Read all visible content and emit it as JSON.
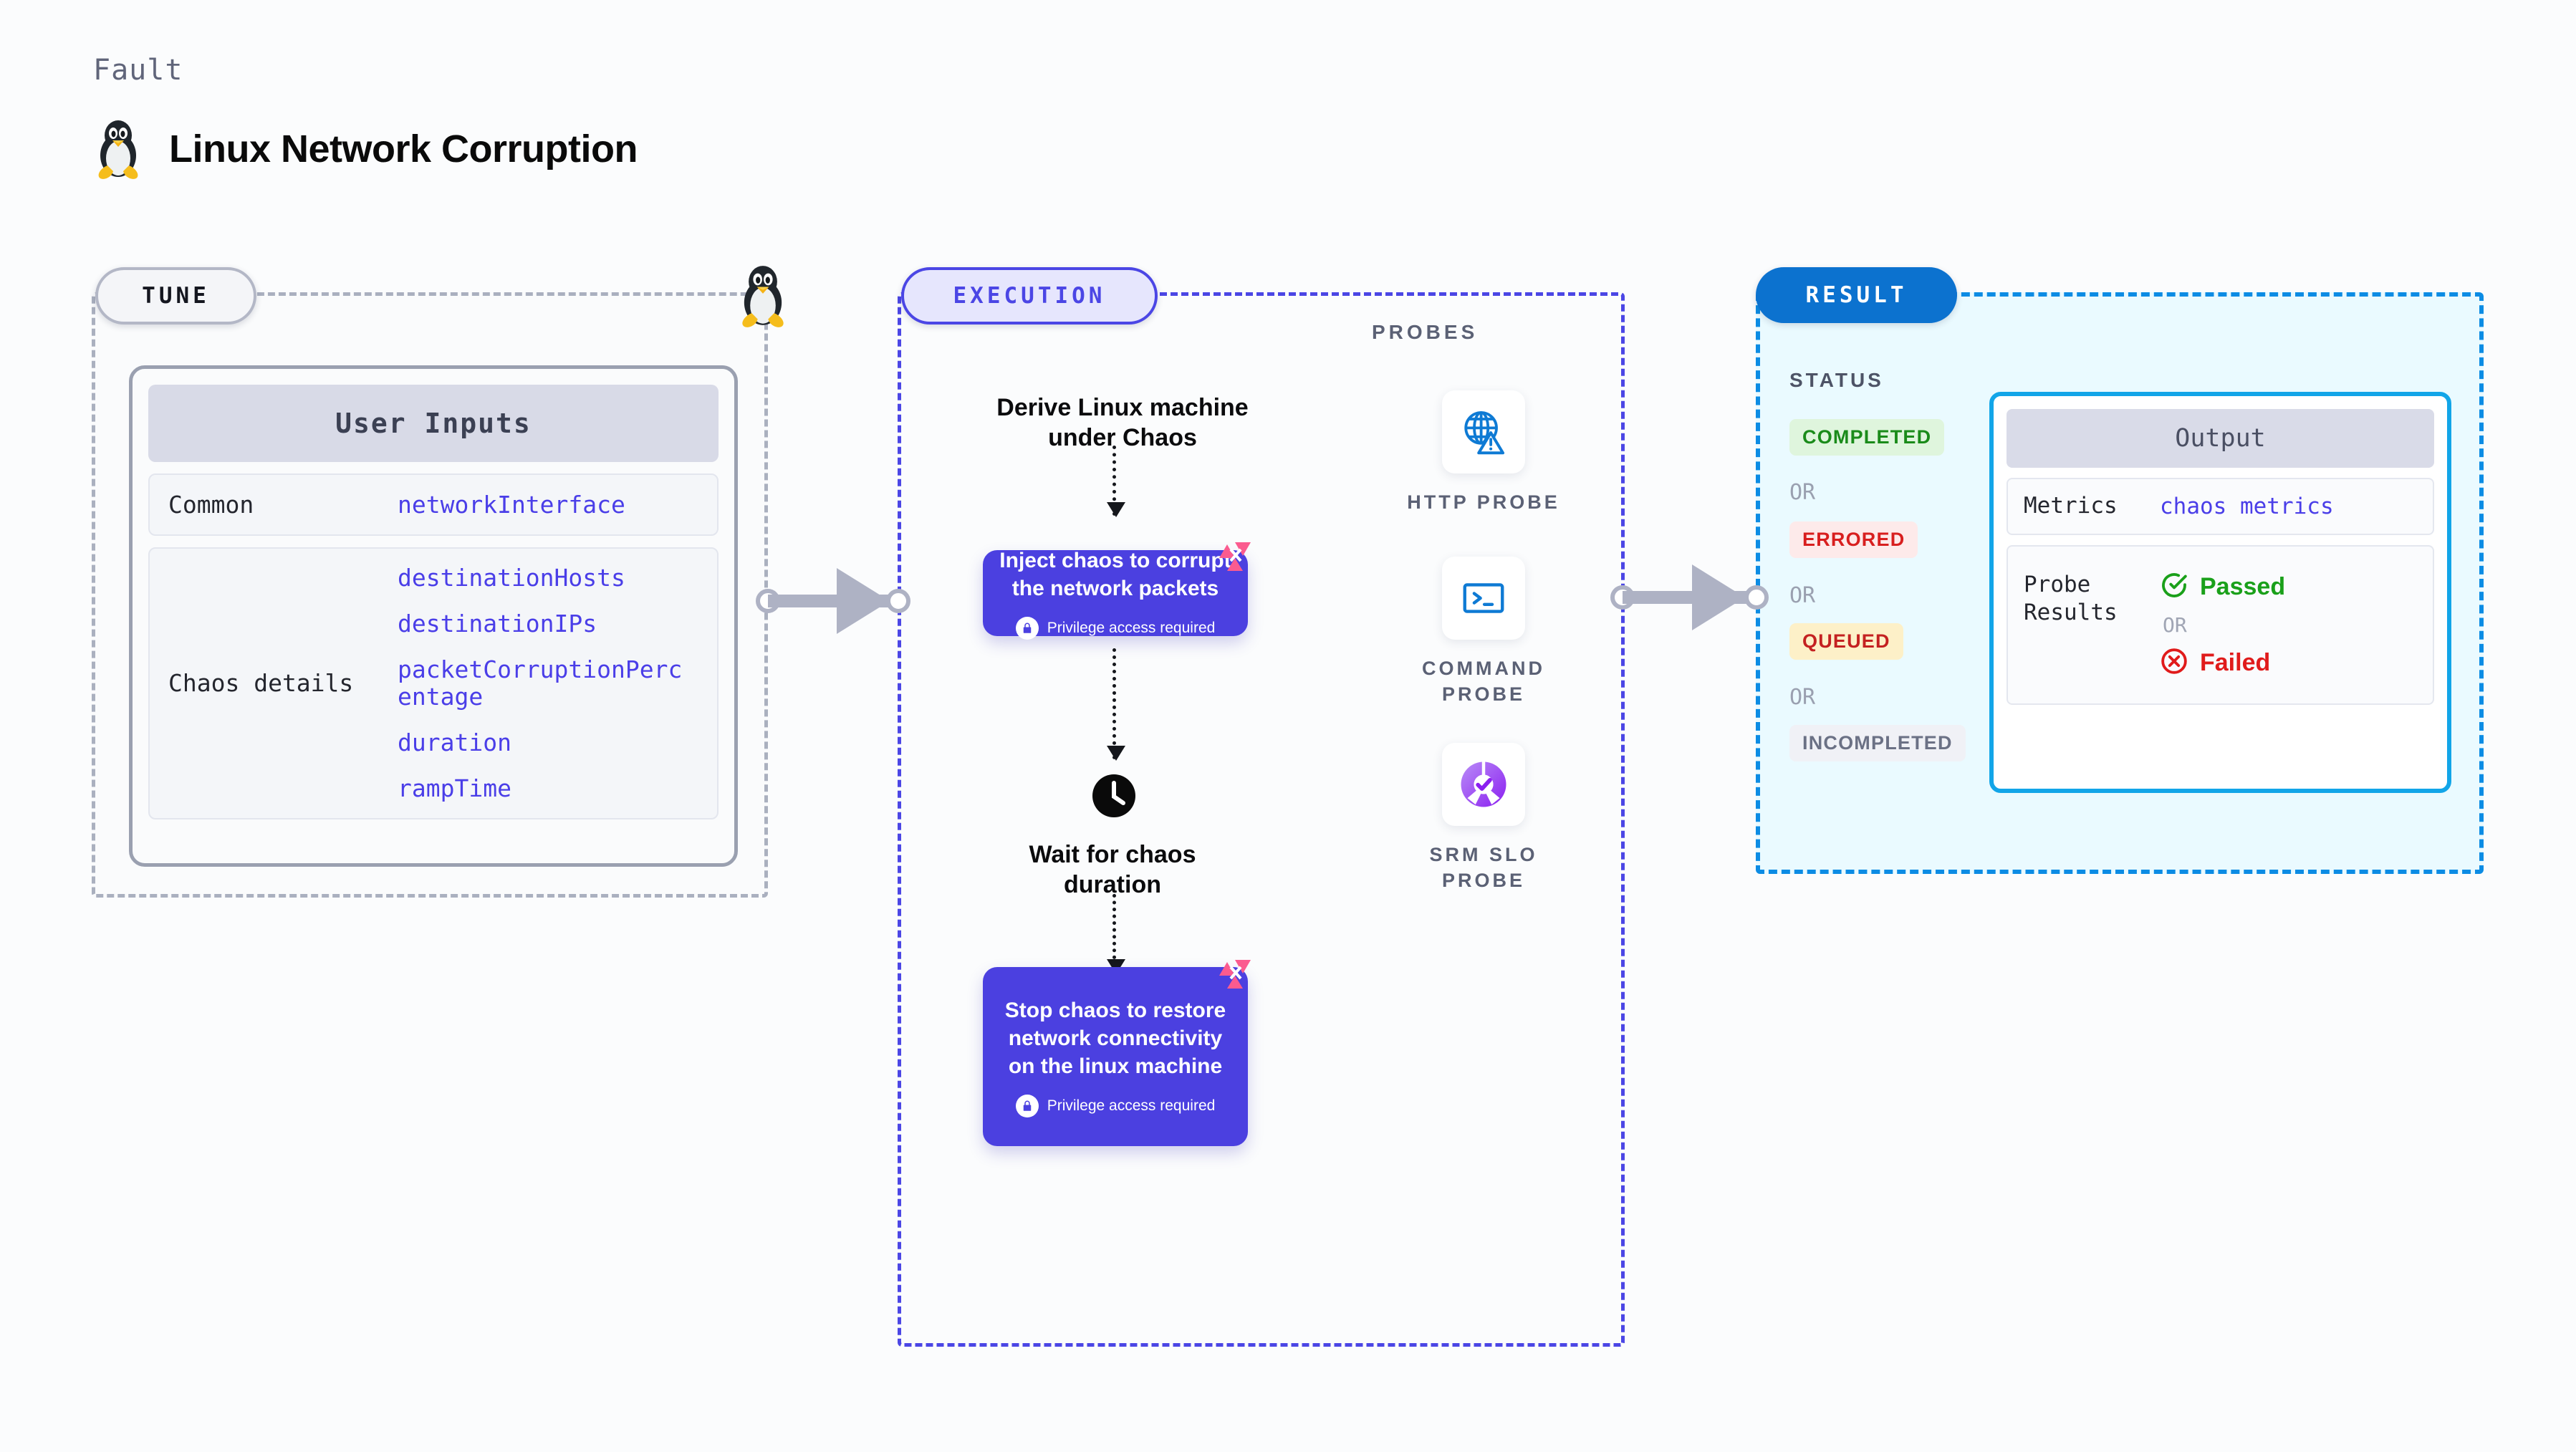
{
  "header": {
    "kicker": "Fault",
    "title": "Linux Network Corruption",
    "icon": "linux-tux-icon"
  },
  "tune": {
    "pill_label": "TUNE",
    "card_title": "User Inputs",
    "rows": [
      {
        "label": "Common",
        "values": [
          "networkInterface"
        ]
      },
      {
        "label": "Chaos details",
        "values": [
          "destinationHosts",
          "destinationIPs",
          "packetCorruptionPercentage",
          "duration",
          "rampTime"
        ]
      }
    ]
  },
  "execution": {
    "pill_label": "EXECUTION",
    "step_title": "Derive Linux machine under Chaos",
    "inject_node": {
      "title": "Inject chaos to corrupt the network packets",
      "privilege": "Privilege access required"
    },
    "wait_node": {
      "title": "Wait for chaos duration",
      "icon": "clock-icon"
    },
    "stop_node": {
      "title": "Stop chaos to restore network connectivity on the linux machine",
      "privilege": "Privilege access required"
    }
  },
  "probes": {
    "title": "PROBES",
    "items": [
      {
        "label": "HTTP PROBE",
        "icon": "globe-warning-icon"
      },
      {
        "label": "COMMAND PROBE",
        "icon": "terminal-icon"
      },
      {
        "label": "SRM SLO PROBE",
        "icon": "slo-check-icon"
      }
    ]
  },
  "result": {
    "pill_label": "RESULT",
    "status_title": "STATUS",
    "or_label": "OR",
    "statuses": [
      {
        "label": "COMPLETED",
        "bg": "#dff5dd",
        "fg": "#1a8b1a"
      },
      {
        "label": "ERRORED",
        "bg": "#fdeaea",
        "fg": "#d81f1f"
      },
      {
        "label": "QUEUED",
        "bg": "#fdf0c8",
        "fg": "#c42121"
      },
      {
        "label": "INCOMPLETED",
        "bg": "#f0f1f6",
        "fg": "#6b7185"
      }
    ],
    "output": {
      "title": "Output",
      "metrics_label": "Metrics",
      "metrics_value": "chaos metrics",
      "probe_results_label": "Probe Results",
      "passed_label": "Passed",
      "failed_label": "Failed",
      "or_label": "OR"
    }
  },
  "colors": {
    "accent_purple": "#4b46e5",
    "accent_blue": "#0c72cf",
    "accent_cyan": "#12a5e8",
    "node_purple": "#4b40e0",
    "connector_gray": "#aeb2c4",
    "litmus_pink": "#fb5b8f"
  }
}
